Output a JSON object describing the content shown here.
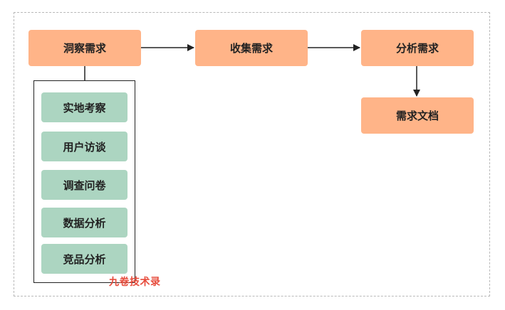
{
  "nodes": {
    "observe": "洞察需求",
    "collect": "收集需求",
    "analyze": "分析需求",
    "document": "需求文档"
  },
  "methods": [
    "实地考察",
    "用户访谈",
    "调查问卷",
    "数据分析",
    "竞品分析"
  ],
  "watermark": "九卷技术录",
  "colors": {
    "step_fill": "#ffb488",
    "method_fill": "#acd5c1",
    "watermark": "#e74c3c",
    "line": "#222222",
    "frame": "#b8b8b8"
  }
}
